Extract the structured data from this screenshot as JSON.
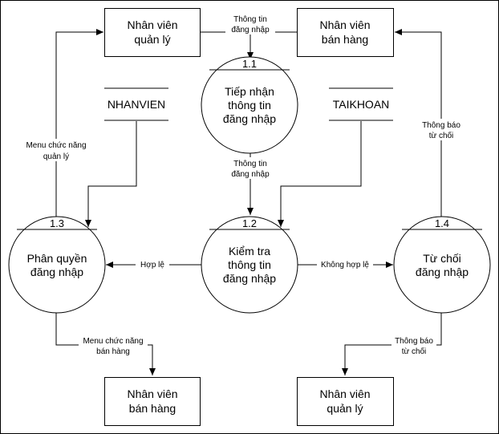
{
  "entities": {
    "top_manager": [
      "Nhân viên",
      "quản lý"
    ],
    "top_sales": [
      "Nhân viên",
      "bán hàng"
    ],
    "bottom_sales": [
      "Nhân viên",
      "bán hàng"
    ],
    "bottom_manager": [
      "Nhân viên",
      "quản lý"
    ]
  },
  "processes": {
    "p11": {
      "id": "1.1",
      "lines": [
        "Tiếp nhận",
        "thông tin",
        "đăng nhập"
      ]
    },
    "p12": {
      "id": "1.2",
      "lines": [
        "Kiểm tra",
        "thông tin",
        "đăng nhập"
      ]
    },
    "p13": {
      "id": "1.3",
      "lines": [
        "Phân quyền",
        "đăng nhập"
      ]
    },
    "p14": {
      "id": "1.4",
      "lines": [
        "Từ chối",
        "đăng nhập"
      ]
    }
  },
  "stores": {
    "nhanvien": "NHANVIEN",
    "taikhoan": "TAIKHOAN"
  },
  "flows": {
    "login_info_top": [
      "Thông tin",
      "đăng nhập"
    ],
    "login_info_mid": [
      "Thông tin",
      "đăng nhập"
    ],
    "manager_menu": [
      "Menu chức năng",
      "quản lý"
    ],
    "reject_notice_top": [
      "Thông báo",
      "từ chối"
    ],
    "valid": "Hợp lệ",
    "invalid": "Không hợp lệ",
    "sales_menu": [
      "Menu chức năng",
      "bán hàng"
    ],
    "reject_notice_bottom": [
      "Thông báo",
      "từ chối"
    ]
  },
  "colors": {
    "stroke": "#000000",
    "background": "#ffffff"
  }
}
